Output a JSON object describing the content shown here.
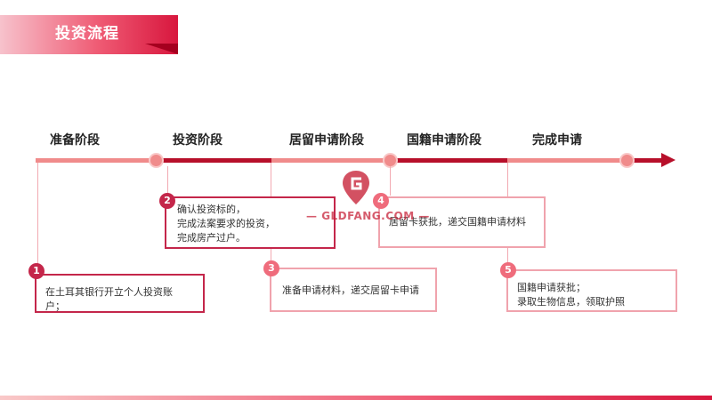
{
  "title": "投资流程",
  "stages": [
    {
      "label": "准备阶段"
    },
    {
      "label": "投资阶段"
    },
    {
      "label": "居留申请阶段"
    },
    {
      "label": "国籍申请阶段"
    },
    {
      "label": "完成申请"
    }
  ],
  "steps": [
    {
      "number": "1",
      "text": "在土耳其银行开立个人投资账\n户；"
    },
    {
      "number": "2",
      "text": "确认投资标的，\n完成法案要求的投资，\n完成房产过户。"
    },
    {
      "number": "3",
      "text": "准备申请材料，递交居留卡申请"
    },
    {
      "number": "4",
      "text": "居留卡获批，递交国籍申请材料"
    },
    {
      "number": "5",
      "text": "国籍申请获批；\n录取生物信息，领取护照"
    }
  ],
  "watermark": {
    "logo": "gldfang-logo-icon",
    "text": "GLDFANG.COM"
  },
  "colors": {
    "accent_dark": "#b70f2a",
    "accent_light": "#f08b8b",
    "box_border_dark": "#c4264a",
    "box_border_light": "#f0a3ad"
  }
}
